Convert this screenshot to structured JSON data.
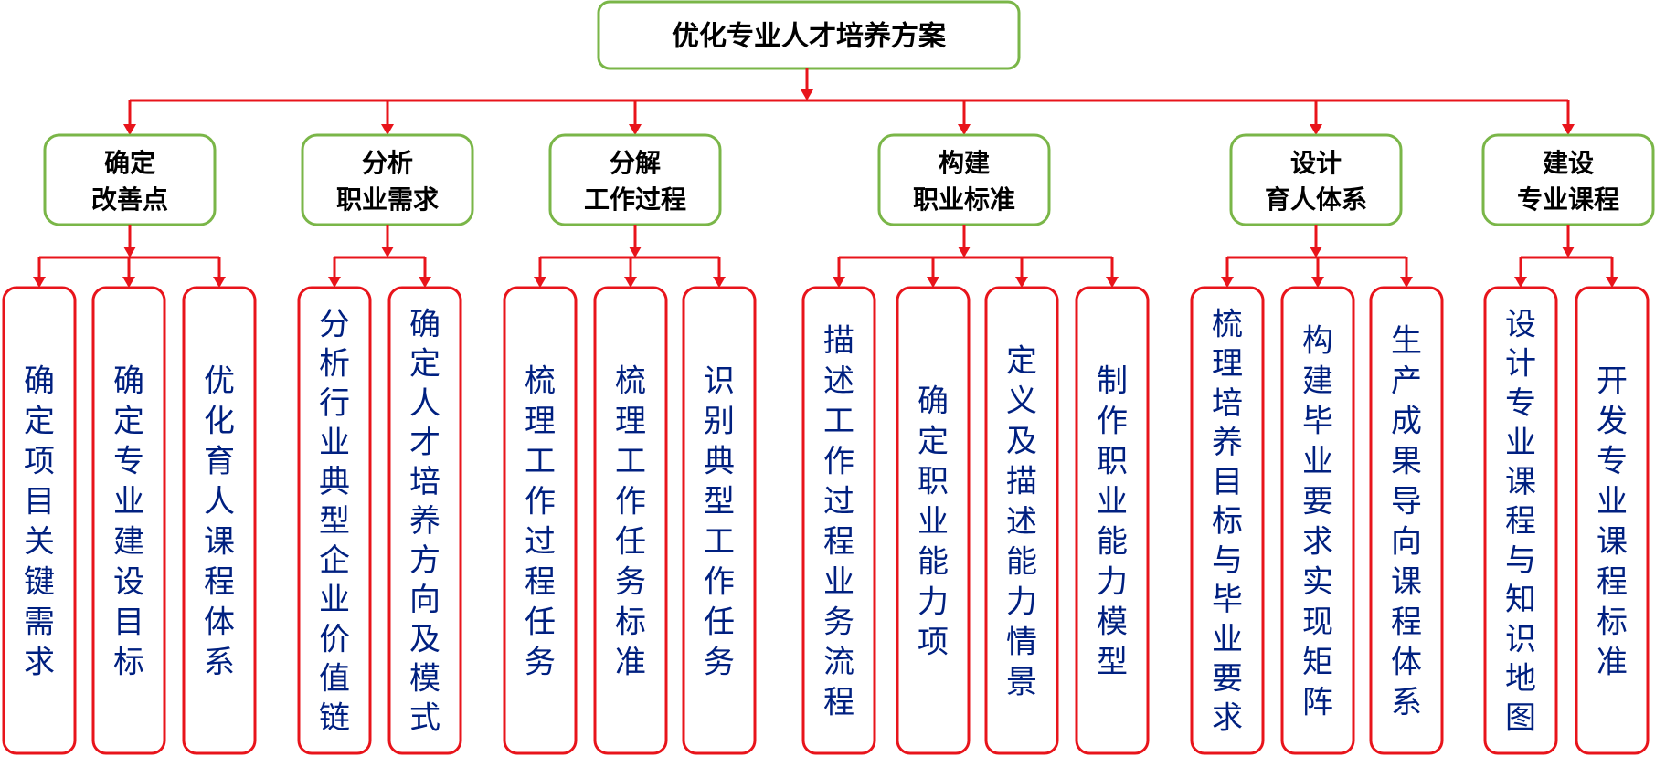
{
  "root": {
    "label": "优化专业人才培养方案"
  },
  "categories": [
    {
      "line1": "确定",
      "line2": "改善点",
      "leaves": [
        "确定项目关键需求",
        "确定专业建设目标",
        "优化育人课程体系"
      ]
    },
    {
      "line1": "分析",
      "line2": "职业需求",
      "leaves": [
        "分析行业典型企业价值链",
        "确定人才培养方向及模式"
      ]
    },
    {
      "line1": "分解",
      "line2": "工作过程",
      "leaves": [
        "梳理工作过程任务",
        "梳理工作任务标准",
        "识别典型工作任务"
      ]
    },
    {
      "line1": "构建",
      "line2": "职业标准",
      "leaves": [
        "描述工作过程业务流程",
        "确定职业能力项",
        "定义及描述能力情景",
        "制作职业能力模型"
      ]
    },
    {
      "line1": "设计",
      "line2": "育人体系",
      "leaves": [
        "梳理培养目标与毕业要求",
        "构建毕业要求实现矩阵",
        "生产成果导向课程体系"
      ]
    },
    {
      "line1": "建设",
      "line2": "专业课程",
      "leaves": [
        "设计专业课程与知识地图",
        "开发专业课程标准"
      ]
    }
  ],
  "colors": {
    "node_border": "#7ab648",
    "leaf_border": "#e8141b",
    "connector": "#e8141b",
    "leaf_text": "#002080",
    "node_text": "#000000"
  }
}
